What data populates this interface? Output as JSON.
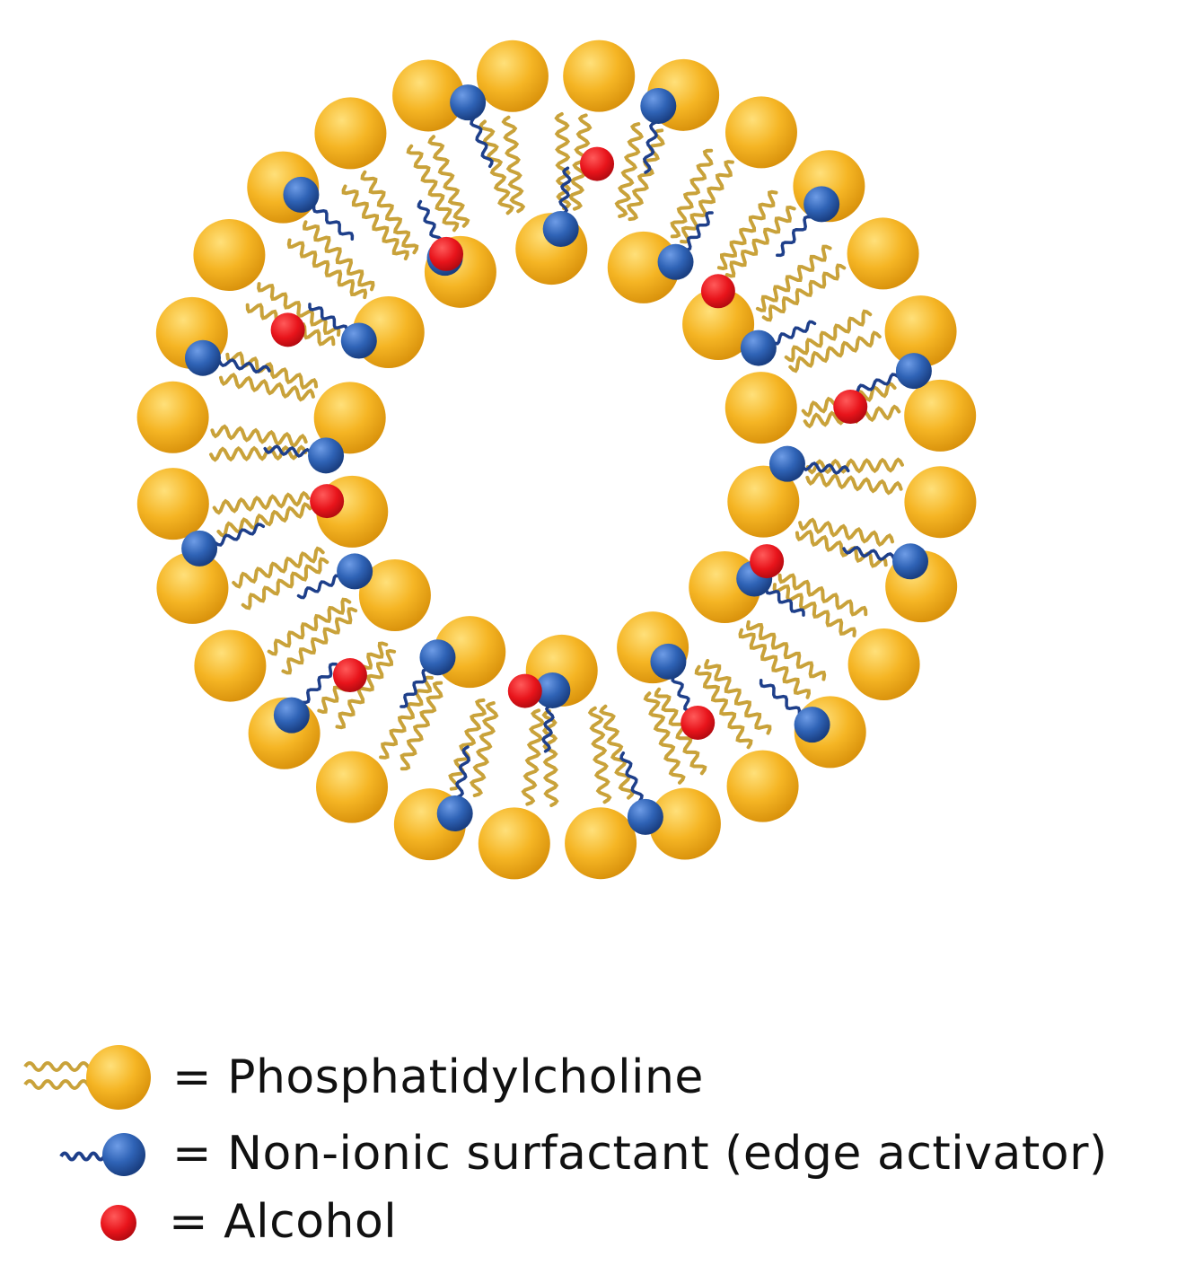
{
  "figure": {
    "colors": {
      "phospholipid_head": "#F2B322",
      "phospholipid_tail": "#C9A23A",
      "surfactant_head": "#2F63B6",
      "surfactant_tail": "#1E3F8A",
      "alcohol": "#E8141B"
    },
    "component_counts": {
      "phospholipid_heads_outer": 28,
      "phospholipid_heads_inner": 14,
      "surfactant_molecules": 24,
      "alcohol_molecules": 10
    }
  },
  "legend": {
    "items": [
      {
        "label": "= Phosphatidylcholine",
        "icon": "phosphatidylcholine-icon"
      },
      {
        "label": "= Non-ionic surfactant (edge activator)",
        "icon": "surfactant-icon"
      },
      {
        "label": "= Alcohol",
        "icon": "alcohol-icon"
      }
    ]
  }
}
